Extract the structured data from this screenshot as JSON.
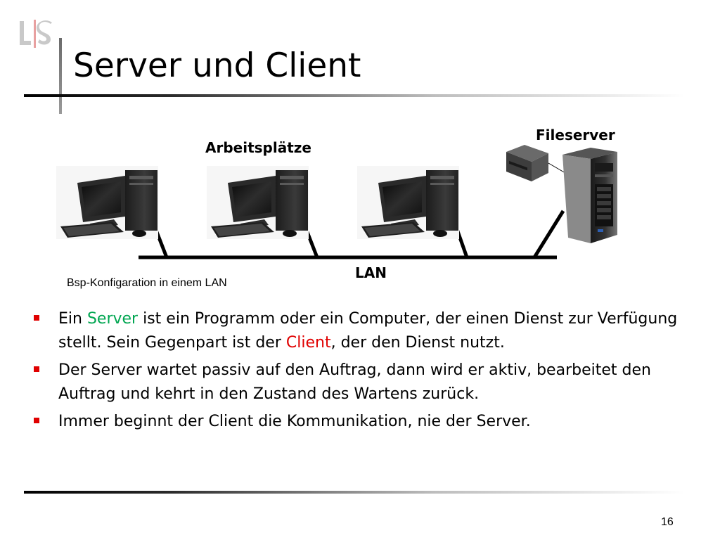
{
  "slide": {
    "title": "Server und Client",
    "page_number": "16",
    "logo_text": "L|S"
  },
  "diagram": {
    "label_workstations": "Arbeitsplätze",
    "label_fileserver": "Fileserver",
    "label_lan": "LAN",
    "caption": "Bsp-Konfigaration in einem LAN"
  },
  "bullets": [
    {
      "parts": [
        "Ein ",
        "Server",
        " ist ein Programm oder ein Computer, der einen Dienst zur Verfügung stellt. Sein Gegenpart ist der ",
        "Client",
        ", der den Dienst nutzt."
      ]
    },
    {
      "text": "Der Server wartet passiv auf den Auftrag, dann wird er aktiv, bearbeitet den Auftrag und kehrt in den Zustand des Wartens zurück."
    },
    {
      "text": "Immer beginnt der Client die Kommunikation, nie der Server."
    }
  ],
  "colors": {
    "bullet_marker": "#e00000",
    "highlight_server": "#00a651",
    "highlight_client": "#e00000"
  }
}
